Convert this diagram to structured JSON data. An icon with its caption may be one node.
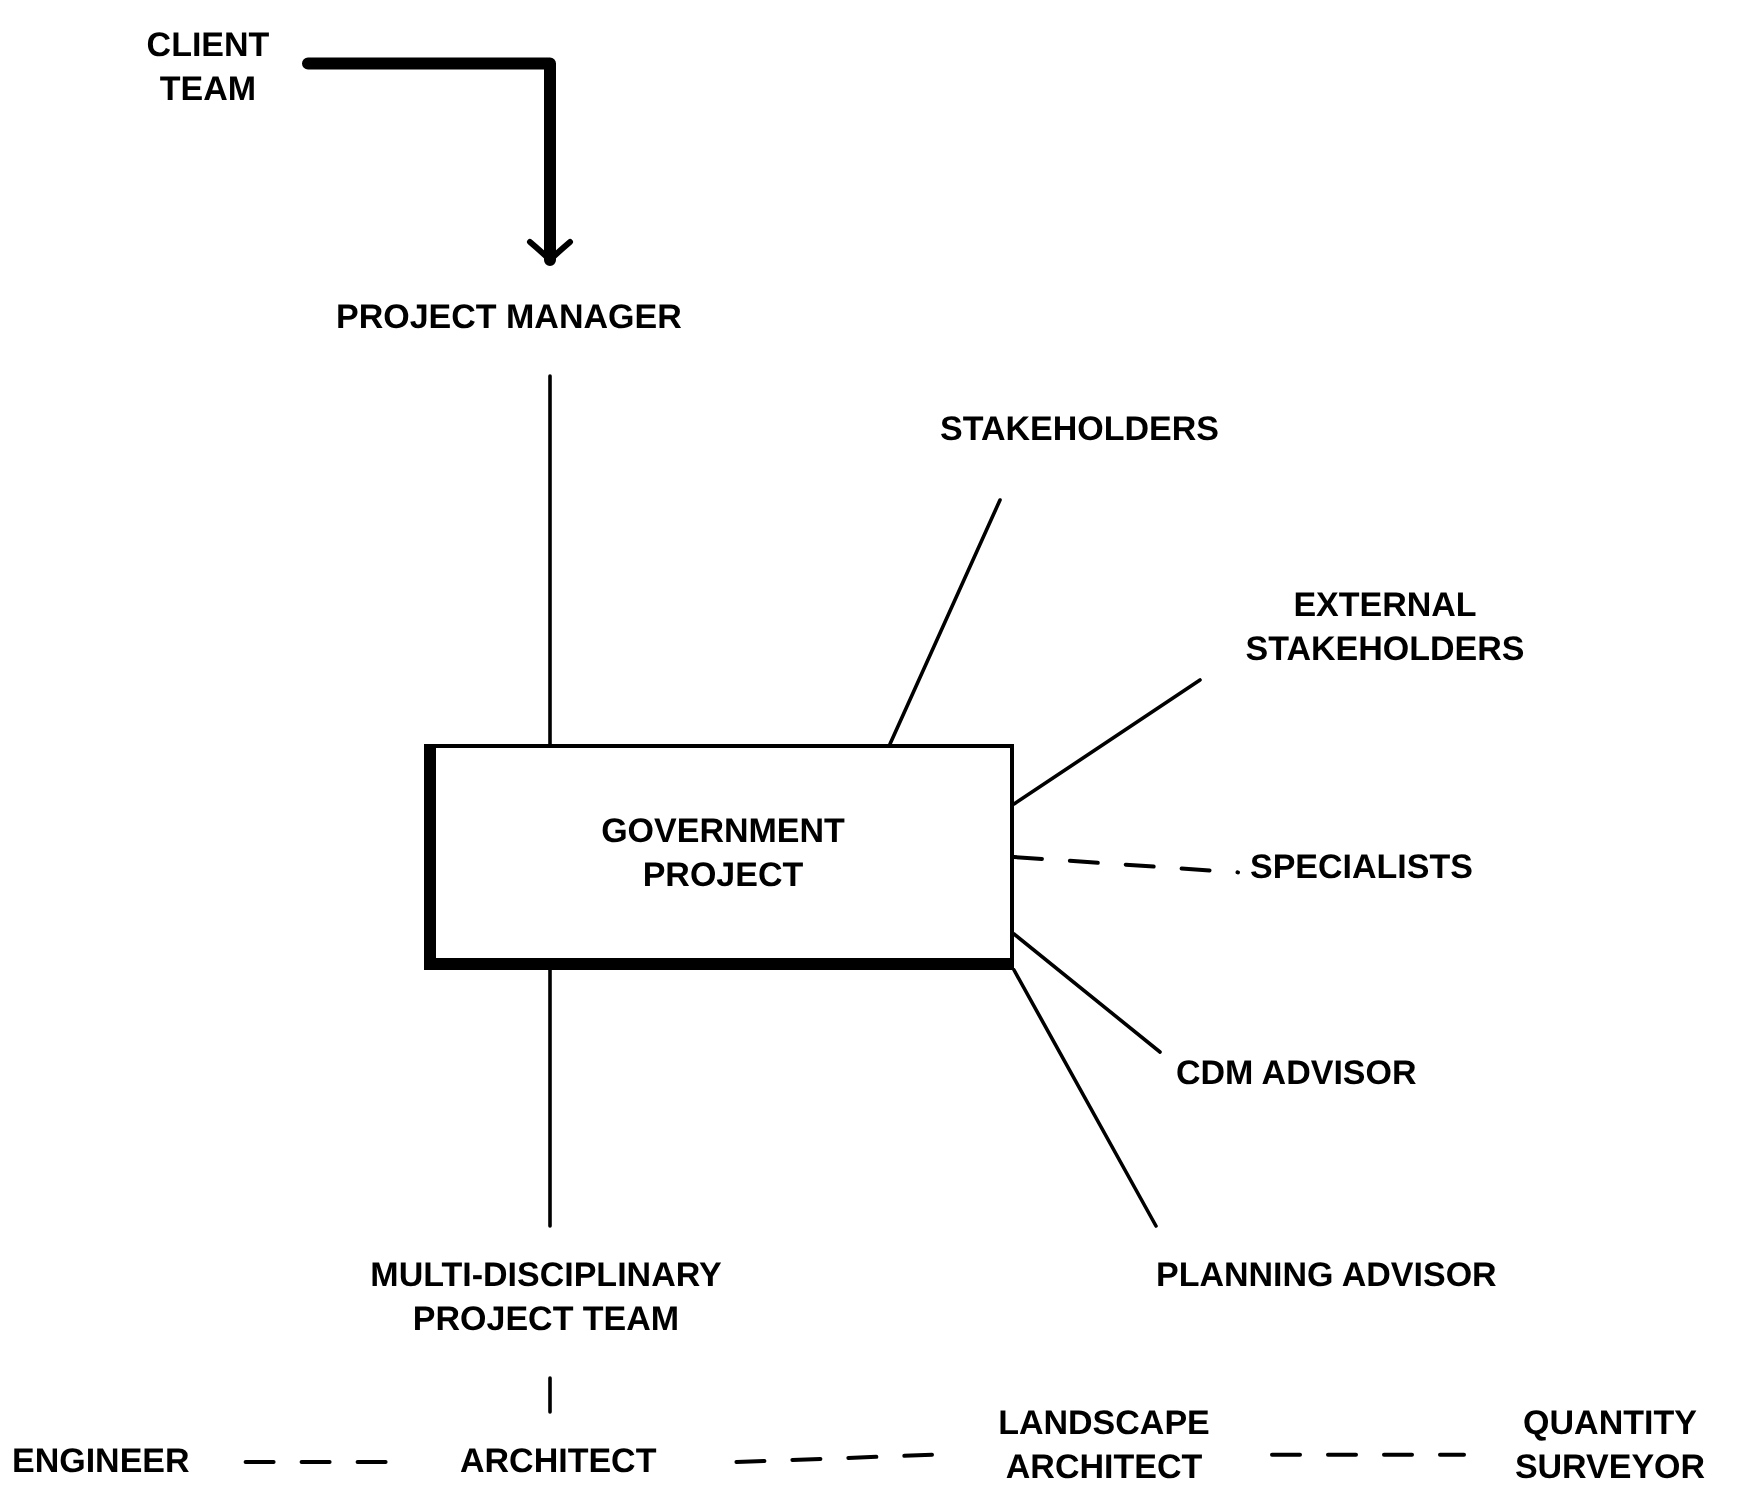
{
  "diagram": {
    "nodes": [
      {
        "text": [
          "CLIENT TEAM"
        ]
      },
      {
        "text": [
          "PROJECT MANAGER"
        ]
      },
      {
        "text": [
          "GOVERNMENT PROJECT"
        ]
      },
      {
        "text": [
          "STAKEHOLDERS"
        ]
      },
      {
        "text": [
          "EXTERNAL STAKEHOLDERS"
        ]
      },
      {
        "text": [
          "SPECIALISTS"
        ]
      },
      {
        "text": [
          "CDM ADVISOR"
        ]
      },
      {
        "text": [
          "PLANNING ADVISOR"
        ]
      },
      {
        "text": [
          "MULTI-DISCIPLINARY PROJECT TEAM"
        ]
      },
      {
        "text": [
          "ENGINEER"
        ]
      },
      {
        "text": [
          "ARCHITECT"
        ]
      },
      {
        "text": [
          "LANDSCAPE ARCHITECT"
        ]
      },
      {
        "text": [
          "QUANTITY SURVEYOR"
        ]
      }
    ],
    "edges": [
      {
        "from": 0,
        "to": 1,
        "arrow": "to",
        "style": "thick"
      },
      {
        "from": 1,
        "to": 2,
        "arrow": "none"
      },
      {
        "from": 2,
        "to": 3,
        "arrow": "none"
      },
      {
        "from": 2,
        "to": 4,
        "arrow": "none"
      },
      {
        "from": 2,
        "to": 5,
        "arrow": "none",
        "style": "dashed"
      },
      {
        "from": 2,
        "to": 6,
        "arrow": "none"
      },
      {
        "from": 2,
        "to": 7,
        "arrow": "none"
      },
      {
        "from": 2,
        "to": 8,
        "arrow": "none"
      },
      {
        "from": 8,
        "to": 10,
        "arrow": "none"
      },
      {
        "from": 9,
        "to": 10,
        "arrow": "none",
        "style": "dashed"
      },
      {
        "from": 10,
        "to": 11,
        "arrow": "none",
        "style": "dashed"
      },
      {
        "from": 11,
        "to": 12,
        "arrow": "none",
        "style": "dashed"
      }
    ]
  }
}
